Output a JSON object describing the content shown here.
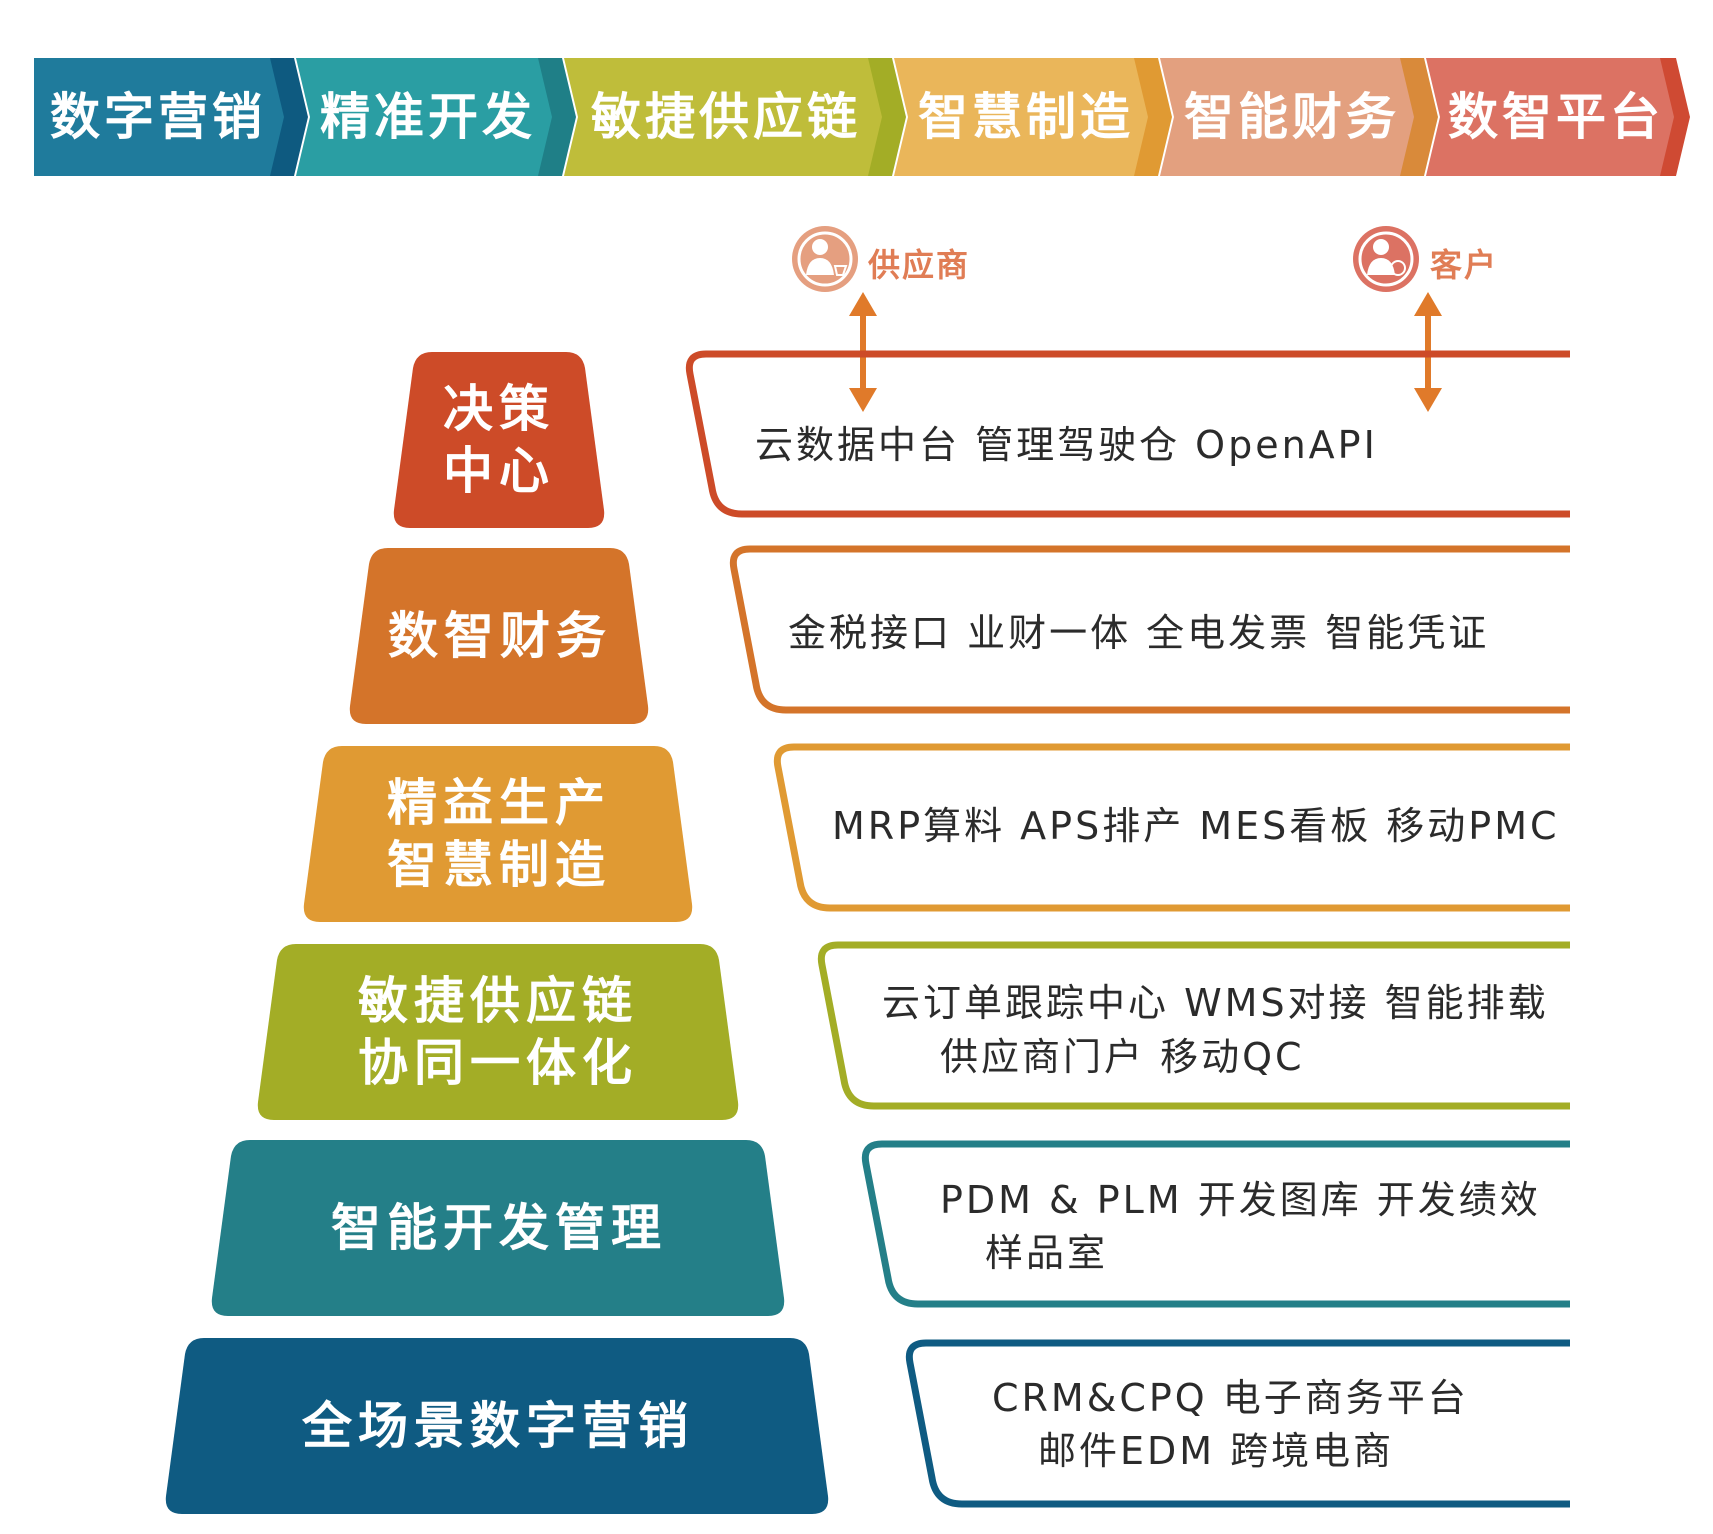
{
  "colors": {
    "marketing": "#0f5b82",
    "development": "#247f88",
    "supply_chain": "#a3ad26",
    "manufacturing": "#e09a33",
    "finance": "#d4742a",
    "decision": "#cd4b28",
    "actor": "#e59f80",
    "arrow": "#e07a2a"
  },
  "top_flow": [
    {
      "label": "数字营销",
      "icon": "chevron-arrow"
    },
    {
      "label": "精准开发",
      "icon": "chevron-arrow"
    },
    {
      "label": "敏捷供应链",
      "icon": "chevron-arrow"
    },
    {
      "label": "智慧制造",
      "icon": "chevron-arrow"
    },
    {
      "label": "智能财务",
      "icon": "chevron-arrow"
    },
    {
      "label": "数智平台",
      "icon": "chevron-arrow"
    }
  ],
  "actors": [
    {
      "label": "供应商",
      "icon": "supplier-person-icon"
    },
    {
      "label": "客户",
      "icon": "customer-person-icon"
    }
  ],
  "tiers": [
    {
      "name_line1": "决策",
      "name_line2": "中心",
      "desc_line1": "云数据中台    管理驾驶仓   OpenAPI",
      "desc_line2": ""
    },
    {
      "name_line1": "数智财务",
      "name_line2": "",
      "desc_line1": "金税接口 业财一体 全电发票 智能凭证",
      "desc_line2": ""
    },
    {
      "name_line1": "精益生产",
      "name_line2": "智慧制造",
      "desc_line1": "MRP算料 APS排产 MES看板 移动PMC",
      "desc_line2": ""
    },
    {
      "name_line1": "敏捷供应链",
      "name_line2": "协同一体化",
      "desc_line1": "云订单跟踪中心 WMS对接  智能排载",
      "desc_line2": "供应商门户  移动QC"
    },
    {
      "name_line1": "智能开发管理",
      "name_line2": "",
      "desc_line1": "PDM & PLM  开发图库 开发绩效",
      "desc_line2": "样品室"
    },
    {
      "name_line1": "全场景数字营销",
      "name_line2": "",
      "desc_line1": "CRM&CPQ  电子商务平台",
      "desc_line2": "邮件EDM   跨境电商"
    }
  ]
}
